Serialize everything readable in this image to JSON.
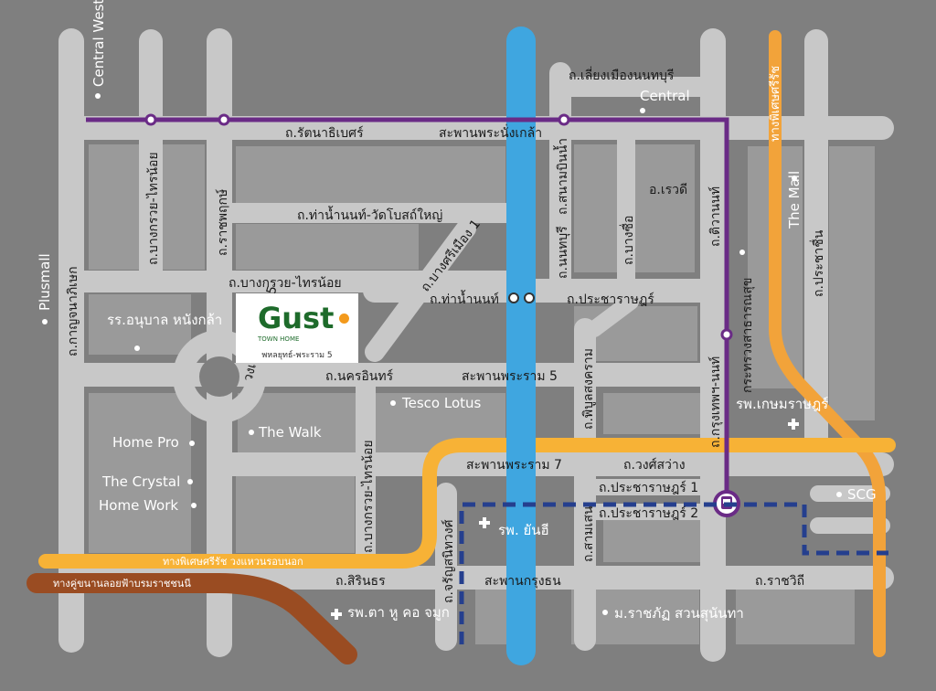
{
  "colors": {
    "background": "#7f7f7f",
    "road": "#c8c8c8",
    "block": "#9a9a9a",
    "river": "#3fa6e0",
    "purple_line": "#6a2b86",
    "orange_line": "#f2a33a",
    "yellow_road": "#f7b236",
    "brown_road": "#9a4c22",
    "blue_dashed": "#253f8e",
    "logo_green": "#1e6b2b",
    "logo_orange": "#f39a1c"
  },
  "logo": {
    "word": "Gust",
    "subtitle": "TOWN HOME",
    "caption": "พหลยุทธ์-พระราม 5"
  },
  "streets": {
    "rattanathibet": "ถ.รัตนาธิเบศร์",
    "phra_nang_klao_bridge": "สะพานพระนั่งเกล้า",
    "tha_nam_non_wat_bot": "ถ.ท่าน้ำนนท์-วัดโบสถ์ใหญ่",
    "bang_kruai_sai_noi_top": "ถ.บางกรวย-ไทรน้อย",
    "bang_kruai_sai_noi_vertical": "ถ.บางกรวย-ไทรน้อย",
    "bang_kruai_sai_noi_south": "ถ.บางกรวย-ไทรน้อย",
    "ratchaphruek": "ถ.ราชพฤกษ์",
    "kanchanaphisek": "ถ.กาญจนาภิเษก",
    "tha_nam_non_2": "ถ.ท่าน้ำนนท์",
    "bang_si_muang_1": "ถ.บางศรีเมือง 1",
    "pracharat_north": "ถ.ประชาราษฎร์",
    "nakhon_in": "ถ.นครอินทร์",
    "rama5_bridge": "สะพานพระราม 5",
    "rama5_circle": "วงเวียนพระราม 5",
    "rama7_bridge": "สะพานพระราม 7",
    "wongsawang": "ถ.วงศ์สว่าง",
    "pracharat_1": "ถ.ประชาราษฎร์ 1",
    "pracharat_2": "ถ.ประชาราษฎร์ 2",
    "sirinthorn": "ถ.สิรินธร",
    "krungthon_bridge": "สะพานกรุงธน",
    "ratchawithi": "ถ.ราชวิถี",
    "charan_sanitwong": "ถ.จรัญสนิทวงศ์",
    "phibun_songkhram": "ถ.พิบูลสงคราม",
    "sanambinnam": "ถ.สนามบินน้ำ",
    "nonthaburi_road": "ถ.นนทบุรี",
    "liang_muang_nonthaburi": "ถ.เลี่ยงเมืองนนทบุรี",
    "tiwanon": "ถ.ติวานนท์",
    "prachachuen": "ถ.ประชาชื่น",
    "krungthep_nonthaburi": "ถ.กรุงเทพฯ-นนท์",
    "bang_sue": "ถ.บางซื่อ",
    "samsen": "ถ.สามเสน",
    "kasemrat_expressway": "ทางพิเศษศรีรัช",
    "outer_ring": "ทางพิเศษศรีรัช วงแหวนรอบนอก",
    "borommaratchachonnani": "ทางคู่ขนานลอยฟ้าบรมราชชนนี",
    "ministry_label": "กระทรวงสาธารณสุข"
  },
  "places": {
    "central_westgate": "Central Westgate",
    "central": "Central",
    "plusmall": "Plusmall",
    "the_mall": "The Mall",
    "kindergarten": "รร.อนุบาล หนังกล้า",
    "home_pro": "Home Pro",
    "the_crystal": "The Crystal",
    "home_work": "Home Work",
    "the_walk": "The Walk",
    "tesco_lotus": "Tesco Lotus",
    "kasem_hospital": "รพ.เกษมราษฎร์",
    "scg": "SCG",
    "yanhee_hospital": "รพ. ยันฮี",
    "eye_ent_hospital": "รพ.ตา หู คอ จมูก",
    "suan_sunandha": "ม.ราชภัฏ สวนสุนันทา",
    "ao_bao": "อ.เรวดี"
  }
}
